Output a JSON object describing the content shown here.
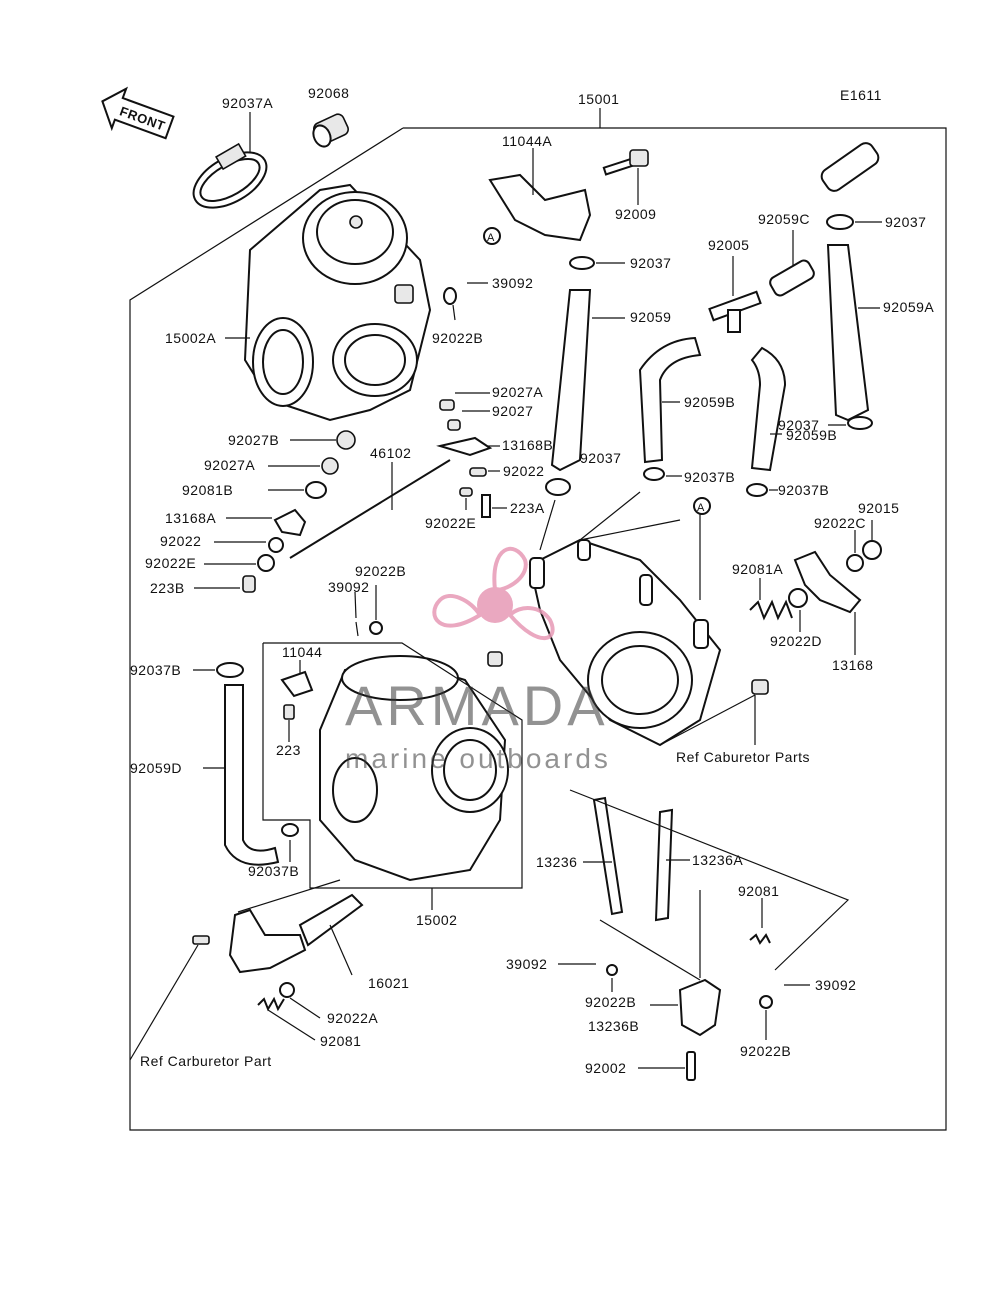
{
  "diagram_code": "E1611",
  "front_label": "FRONT",
  "watermark": {
    "brand": "ARMADA",
    "tagline": "marine outboards",
    "accent_color": "#e79ab6"
  },
  "labels": {
    "p15001": "15001",
    "p92037A": "92037A",
    "p92068": "92068",
    "p11044A": "11044A",
    "p92009": "92009",
    "p92037_a": "92037",
    "p92037_b": "92037",
    "p92037_c": "92037",
    "p92037_d": "92037",
    "p92059C": "92059C",
    "p92005": "92005",
    "p92059": "92059",
    "p92059A": "92059A",
    "p92059B_a": "92059B",
    "p92059B_b": "92059B",
    "p39092_a": "39092",
    "p15002A": "15002A",
    "p92022B_a": "92022B",
    "p92027A_a": "92027A",
    "p92027": "92027",
    "p13168B": "13168B",
    "p92027B": "92027B",
    "p92027A_b": "92027A",
    "p46102": "46102",
    "p92022_a": "92022",
    "p92081B": "92081B",
    "p13168A": "13168A",
    "p223A": "223A",
    "p92022E_a": "92022E",
    "p92037B_a": "92037B",
    "p92037B_b": "92037B",
    "p92022_b": "92022",
    "p92022E_b": "92022E",
    "p223B": "223B",
    "p92015": "92015",
    "p92022C": "92022C",
    "p92081A": "92081A",
    "p92022D": "92022D",
    "p13168": "13168",
    "p92022B_b": "92022B",
    "p39092_b": "39092",
    "p92037B_c": "92037B",
    "p11044": "11044",
    "p223": "223",
    "p92059D": "92059D",
    "p92037B_d": "92037B",
    "p15002": "15002",
    "ref_carb_parts": "Ref Caburetor Parts",
    "p13236": "13236",
    "p13236A": "13236A",
    "p92081": "92081",
    "p16021": "16021",
    "p39092_c": "39092",
    "p39092_d": "39092",
    "p92022B_c": "92022B",
    "p92022B_d": "92022B",
    "p13236B": "13236B",
    "p92022A": "92022A",
    "p92081_b": "92081",
    "p92002": "92002",
    "ref_carb_part": "Ref Carburetor Part"
  }
}
